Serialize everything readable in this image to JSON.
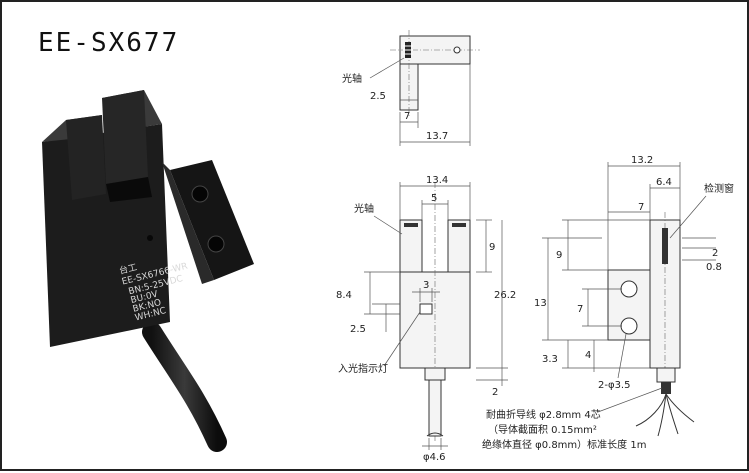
{
  "title": "EE-SX677",
  "photo": {
    "brand": "台工",
    "model": "EE-SX6766-WR",
    "lines": [
      "BN:5-25VDC",
      "BU:0V",
      "BK:NO",
      "WH:NC"
    ]
  },
  "top_view": {
    "optical_axis_label": "光轴",
    "dims": [
      "2.5",
      "7",
      "13.7"
    ]
  },
  "front_view": {
    "optical_axis_label": "光轴",
    "indicator_label": "入光指示灯",
    "dims": [
      "13.4",
      "5",
      "9",
      "26.2",
      "3",
      "8.4",
      "2.5",
      "2",
      "φ4.6"
    ]
  },
  "side_view": {
    "window_label": "检测窗",
    "dims": [
      "13.2",
      "6.4",
      "7",
      "9",
      "13",
      "7",
      "3.3",
      "4",
      "2-φ3.5",
      "2",
      "0.8"
    ]
  },
  "cable_note": {
    "line1": "耐曲折导线 φ2.8mm  4芯",
    "line2": "（导体截面积 0.15mm²",
    "line3": "绝缘体直径 φ0.8mm）标准长度 1m"
  }
}
